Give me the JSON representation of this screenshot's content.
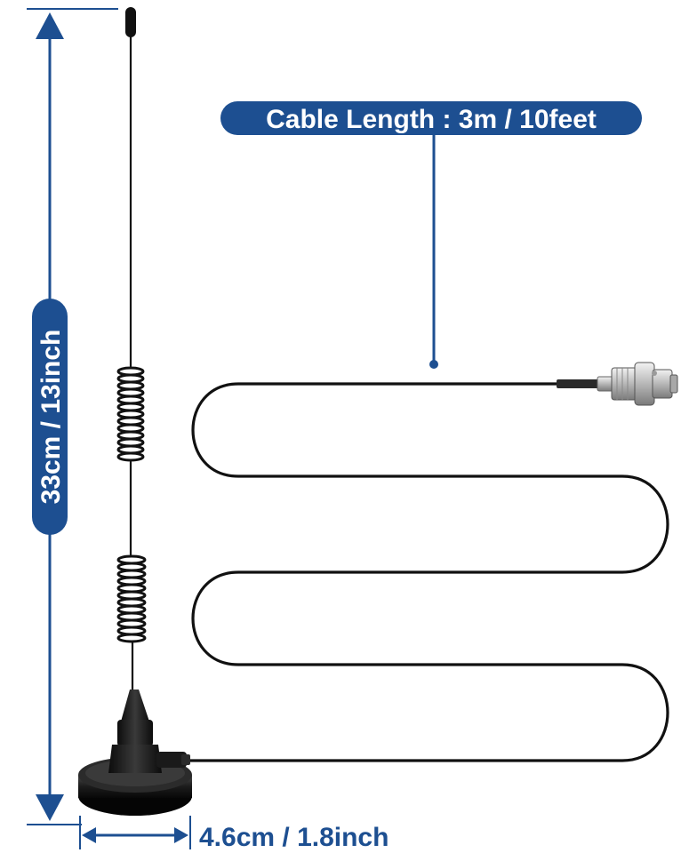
{
  "callouts": {
    "cable_length": "Cable Length : 3m / 10feet",
    "height": "33cm / 13inch",
    "base_width": "4.6cm / 1.8inch"
  },
  "colors": {
    "accent_blue": "#1d4f91",
    "cable_black": "#111111",
    "base_black": "#1b1b1b",
    "connector_silver": "#c9c9c9"
  },
  "icons": [
    "antenna-whip",
    "spring-coil",
    "magnetic-base",
    "bnc-connector",
    "dimension-arrow"
  ]
}
